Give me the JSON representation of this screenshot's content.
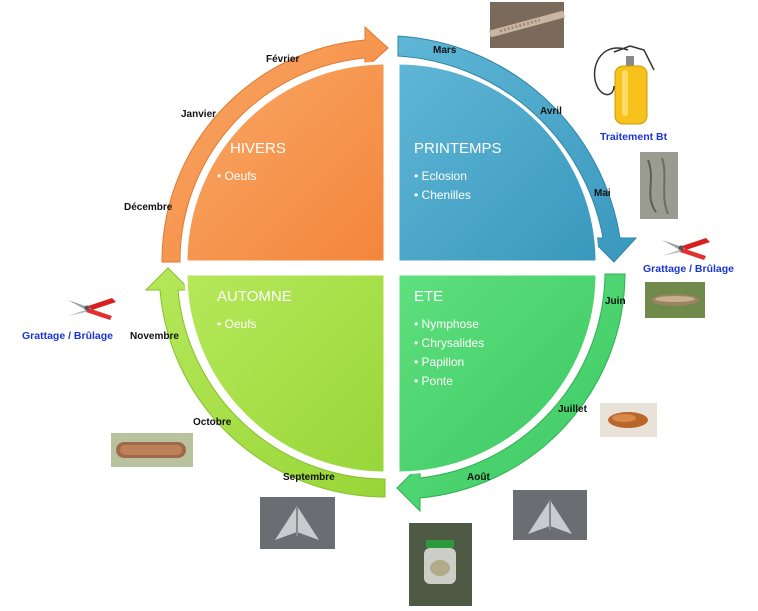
{
  "seasons": {
    "winter": {
      "title": "HIVERS",
      "items": [
        "• Oeufs"
      ],
      "color": "#f6934a"
    },
    "spring": {
      "title": "PRINTEMPS",
      "items": [
        "• Eclosion",
        "• Chenilles"
      ],
      "color": "#4ea8cb"
    },
    "summer": {
      "title": "ETE",
      "items": [
        "• Nymphose",
        "• Chrysalides",
        "• Papillon",
        "• Ponte"
      ],
      "color": "#4fd672"
    },
    "autumn": {
      "title": "AUTOMNE",
      "items": [
        "• Oeufs"
      ],
      "color": "#a8e048"
    }
  },
  "months": {
    "mars": "Mars",
    "avril": "Avril",
    "mai": "Mai",
    "juin": "Juin",
    "juillet": "Juillet",
    "aout": "Août",
    "septembre": "Septembre",
    "octobre": "Octobre",
    "novembre": "Novembre",
    "decembre": "Décembre",
    "janvier": "Janvier",
    "fevrier": "Février"
  },
  "treatments": {
    "bt": "Traitement Bt",
    "grattage_right": "Grattage / Brûlage",
    "grattage_left": "Grattage / Brûlage"
  },
  "icons": {
    "sprayer": "sprayer-icon",
    "pruner": "pruning-shears-icon"
  }
}
